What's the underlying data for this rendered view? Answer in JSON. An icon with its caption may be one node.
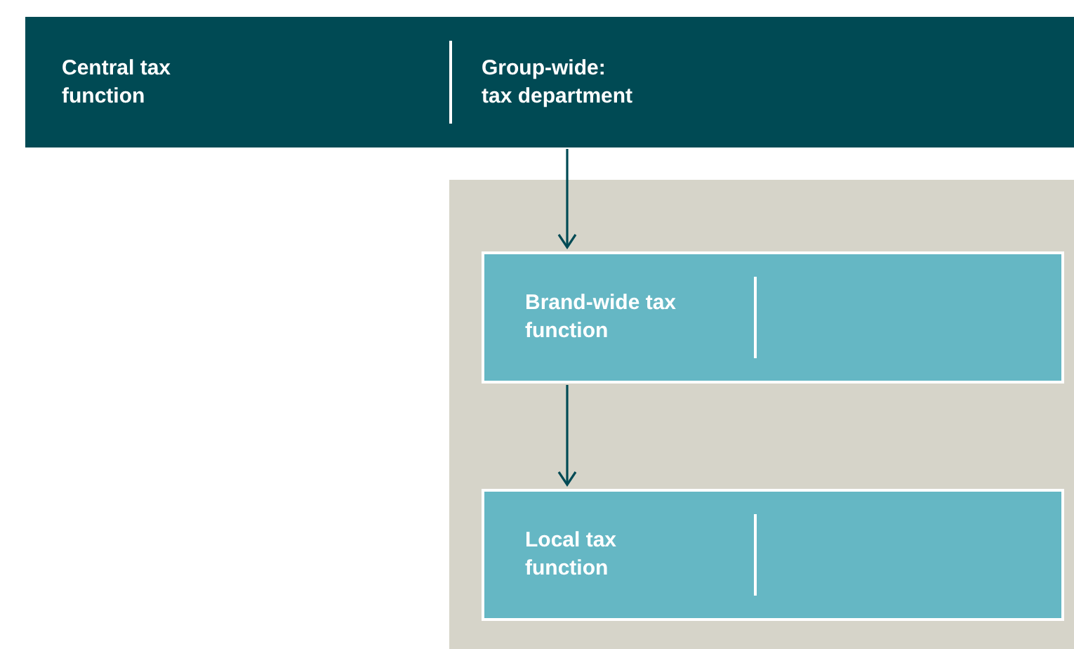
{
  "diagram": {
    "nodes": [
      {
        "text": [
          "Central tax function",
          "Group-wide: tax department"
        ]
      },
      {
        "text": [],
        "shape": "box"
      },
      {
        "text": [
          "Brand-wide tax function"
        ],
        "in": 1
      },
      {
        "text": [
          "Local tax function"
        ],
        "in": 1
      }
    ],
    "edges": [
      {
        "from": 0,
        "to": 2,
        "arrow": "to"
      },
      {
        "from": 2,
        "to": 3,
        "arrow": "to"
      }
    ]
  }
}
